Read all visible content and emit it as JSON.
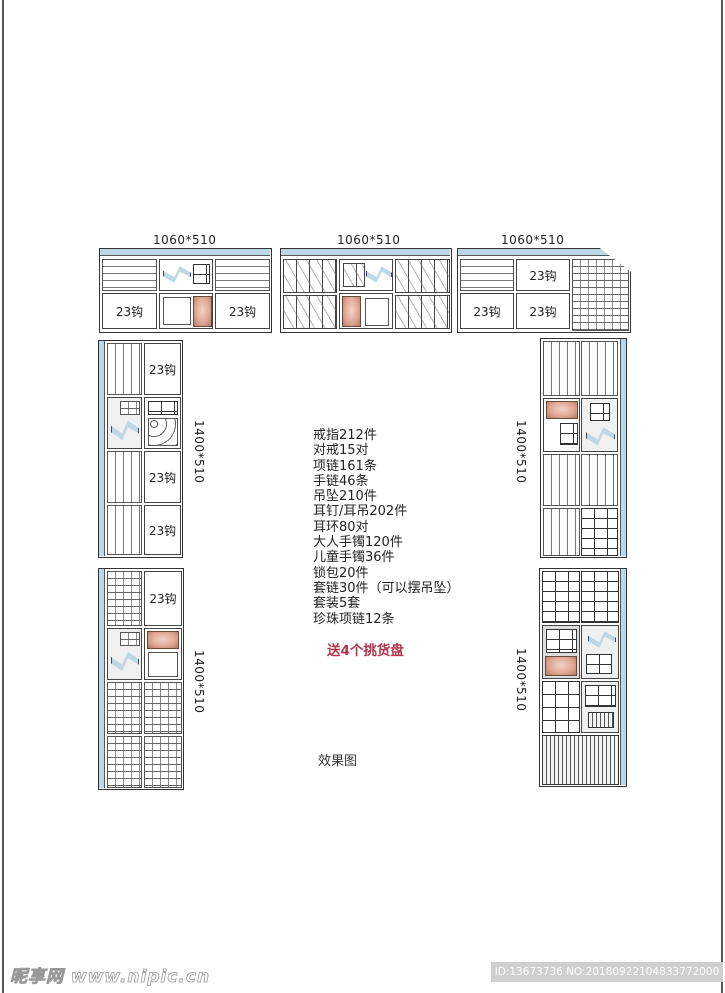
{
  "dimensions": {
    "top_left": "1060*510",
    "top_middle": "1060*510",
    "top_right": "1060*510",
    "left_upper": "1400*510",
    "left_lower": "1400*510",
    "right_upper": "1400*510",
    "right_lower": "1400*510"
  },
  "hook_label": "23钩",
  "inventory": [
    "戒指212件",
    "对戒15对",
    "项链161条",
    "手链46条",
    "吊坠210件",
    "耳钉/耳吊202件",
    "耳环80对",
    "大人手镯120件",
    "儿童手镯36件",
    "锁包20件",
    "套链30件（可以摆吊坠）",
    "套装5套",
    "珍珠项链12条"
  ],
  "gift_note": "送4个挑货盘",
  "caption": "效果图",
  "watermark": {
    "logo": "昵享网 www.nipic.cn",
    "id": "ID:13673736 NO:20180922104833772000"
  },
  "colors": {
    "accent_blue": "#bcd7e5",
    "gift_red": "#b2354a"
  }
}
